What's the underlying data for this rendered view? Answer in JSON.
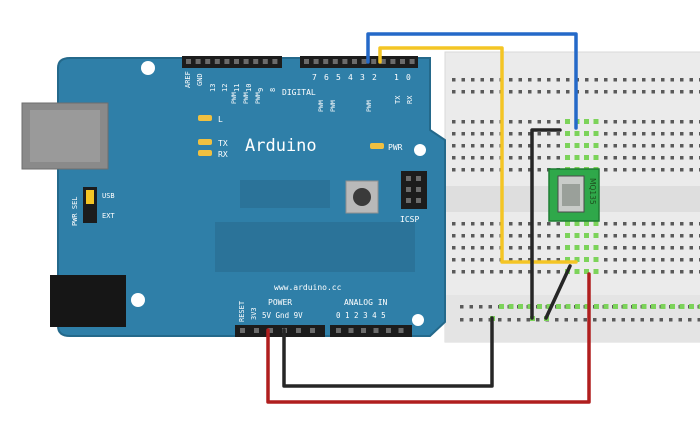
{
  "board": {
    "name": "Arduino",
    "website": "www.arduino.cc",
    "digital_label": "DIGITAL",
    "aref": "AREF",
    "gnd_top": "GND",
    "digital_pins_upper": [
      "13",
      "12",
      "11",
      "10",
      "9",
      "8"
    ],
    "digital_pins_lower": [
      "7",
      "6",
      "5",
      "4",
      "3",
      "2"
    ],
    "tx_pin": "TX",
    "rx_pin": "RX",
    "tx_digit": "1",
    "rx_digit": "0",
    "pwm": "PWM",
    "led_l": "L",
    "led_tx": "TX",
    "led_rx": "RX",
    "pwr_led": "PWR",
    "icsp": "ICSP",
    "pwr_sel": "PWR SEL",
    "usb": "USB",
    "ext": "EXT",
    "reset": "RESET",
    "v3": "3V3",
    "power_label": "POWER",
    "power_pins": "5V Gnd 9V",
    "analog_label": "ANALOG IN",
    "analog_pins": "0 1 2 3 4 5"
  },
  "sensor": {
    "label": "MQ135"
  },
  "colors": {
    "board": "#2f7fa8",
    "wire_blue": "#2469c8",
    "wire_yellow": "#f4c524",
    "wire_black": "#262626",
    "wire_red": "#b01e1e",
    "breadboard": "#ebebeb",
    "sensor_board": "#2fa84a",
    "hole_active": "#7cd35a"
  }
}
